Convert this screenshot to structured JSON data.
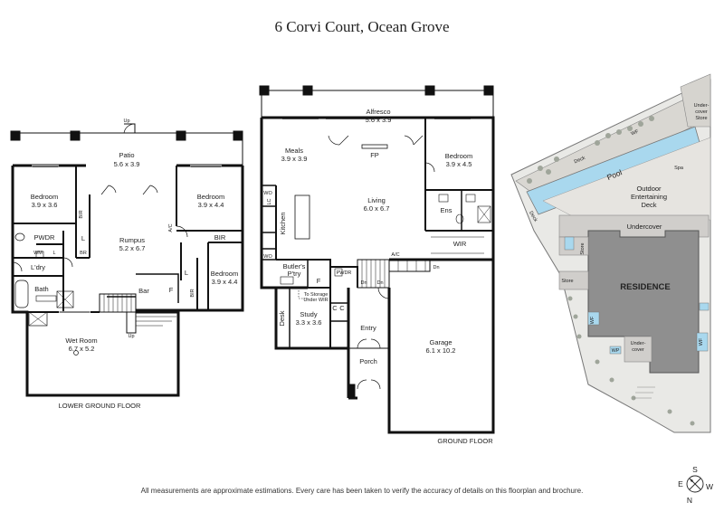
{
  "title": "6 Corvi Court, Ocean Grove",
  "disclaimer": "All measurements are approximate estimations. Every care has been taken to verify the accuracy of details on this floorplan and brochure.",
  "compass": {
    "n": "N",
    "s": "S",
    "e": "E",
    "w": "W"
  },
  "lower": {
    "floor_label": "LOWER GROUND FLOOR",
    "up": "Up",
    "patio": {
      "name": "Patio",
      "dim": "5.6 x 3.9"
    },
    "bed1": {
      "name": "Bedroom",
      "dim": "3.9 x 3.6"
    },
    "bed2": {
      "name": "Bedroom",
      "dim": "3.9 x 4.4"
    },
    "bed3": {
      "name": "Bedroom",
      "dim": "3.9 x 4.4"
    },
    "rumpus": {
      "name": "Rumpus",
      "dim": "5.2 x 6.7"
    },
    "wetroom": {
      "name": "Wet Room",
      "dim": "6.7 x 5.2"
    },
    "bir": "BIR",
    "pwdr": "PWDR",
    "wm": "WM",
    "l": "L",
    "br": "BR",
    "ldry": "L'dry",
    "bath": "Bath",
    "bar": "Bar",
    "f": "F",
    "ac": "A/C"
  },
  "ground": {
    "floor_label": "GROUND FLOOR",
    "alfresco": {
      "name": "Alfresco",
      "dim": "5.6 x 3.9"
    },
    "meals": {
      "name": "Meals",
      "dim": "3.9 x 3.9"
    },
    "bed": {
      "name": "Bedroom",
      "dim": "3.9 x 4.5"
    },
    "living": {
      "name": "Living",
      "dim": "6.0 x 6.7"
    },
    "fp": "FP",
    "kitchen": "Kitchen",
    "wo": "WO",
    "lc": "LC",
    "ens": "Ens",
    "wir": "WIR",
    "butlers": "Butler's\nP'try",
    "butlers_l1": "Butler's",
    "butlers_l2": "P'try",
    "f": "F",
    "pwdr": "PWDR",
    "dn": "Dn",
    "ac": "A/C",
    "storage_note_l1": "To Storage",
    "storage_note_l2": "Under WIR",
    "c": "C",
    "desk": "Desk",
    "study": {
      "name": "Study",
      "dim": "3.3 x 3.6"
    },
    "entry": "Entry",
    "porch": "Porch",
    "garage": {
      "name": "Garage",
      "dim": "6.1 x 10.2"
    }
  },
  "site": {
    "undercover_store_l1": "Under-",
    "undercover_store_l2": "cover",
    "undercover_store_l3": "Store",
    "deck": "Deck",
    "wf": "WF",
    "pool": "Pool",
    "spa": "Spa",
    "outdoor_l1": "Outdoor",
    "outdoor_l2": "Entertaining",
    "outdoor_l3": "Deck",
    "undercover": "Undercover",
    "store": "Store",
    "residence": "RESIDENCE",
    "wp": "WP",
    "undercover2_l1": "Under-",
    "undercover2_l2": "cover"
  }
}
